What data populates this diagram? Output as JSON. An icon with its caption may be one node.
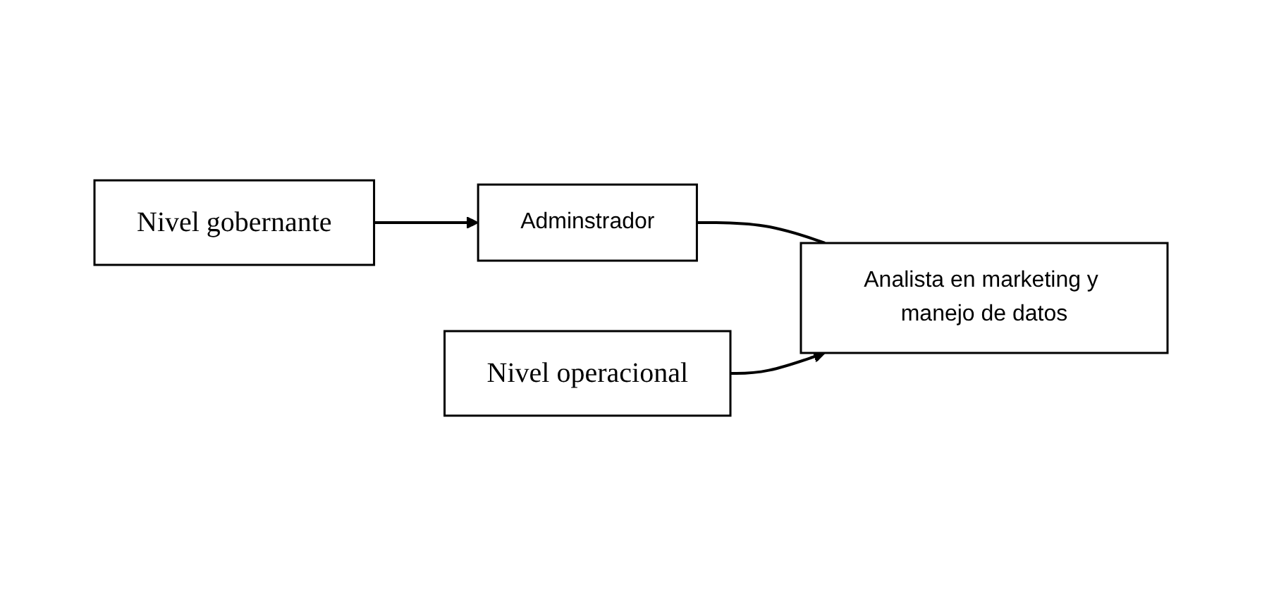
{
  "diagram": {
    "nodes": [
      {
        "text": [
          "Nivel gobernante"
        ]
      },
      {
        "text": [
          "Adminstrador"
        ]
      },
      {
        "text": [
          "Nivel operacional"
        ]
      },
      {
        "text": [
          "Analista en marketing y manejo de datos"
        ]
      }
    ],
    "edges": [
      {
        "from": 0,
        "to": 1,
        "arrow": "to"
      },
      {
        "from": 1,
        "to": 3,
        "arrow": "none"
      },
      {
        "from": 2,
        "to": 3,
        "arrow": "to"
      }
    ]
  }
}
